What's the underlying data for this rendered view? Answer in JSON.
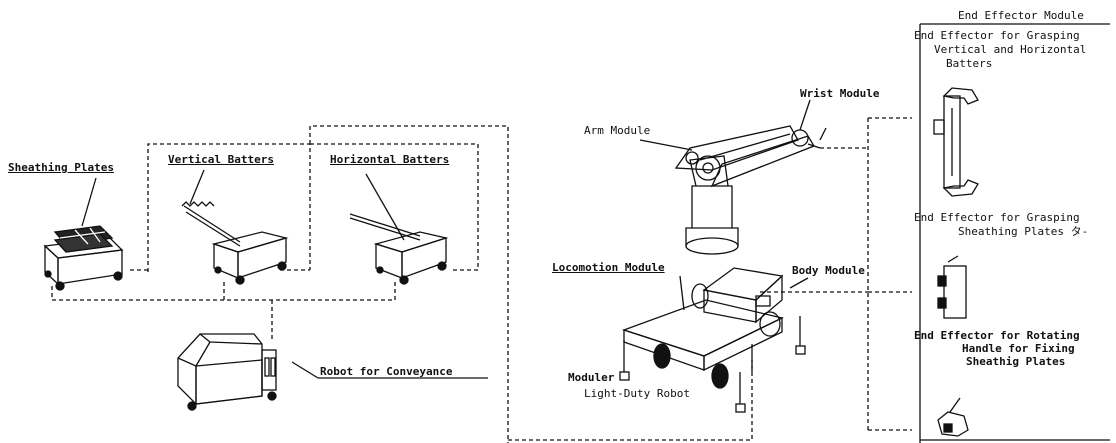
{
  "labels": {
    "sheathing_plates": "Sheathing Plates",
    "vertical_batters": "Vertical Batters",
    "horizontal_batters": "Horizontal Batters",
    "robot_for_conveyance": "Robot for Conveyance",
    "arm_module": "Arm Module",
    "wrist_module": "Wrist Module",
    "body_module": "Body Module",
    "locomotion_module": "Locomotion Module",
    "moduler_robot_line1": "Moduler",
    "moduler_robot_line2": "Light-Duty Robot",
    "end_effector_module": "End Effector Module",
    "ee_batters_line1": "End Effector for Grasping",
    "ee_batters_line2": "Vertical and Horizontal",
    "ee_batters_line3": "Batters",
    "ee_sheathing_line1": "End Effector for Grasping",
    "ee_sheathing_line2": "Sheathing Plates タ-",
    "ee_rotating_line1": "End Effector for Rotating",
    "ee_rotating_line2": "Handle for Fixing",
    "ee_rotating_line3": "Sheathig Plates"
  }
}
